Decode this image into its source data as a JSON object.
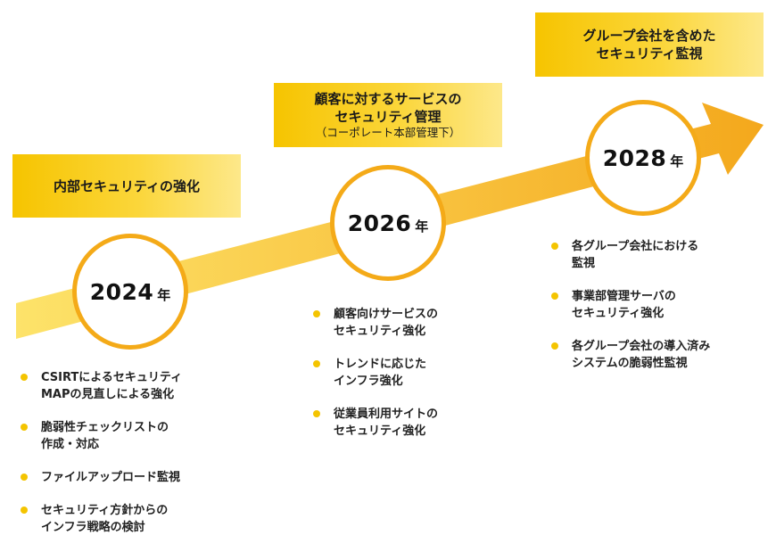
{
  "colors": {
    "arrow_start": "#fde36a",
    "arrow_end": "#f4a81c",
    "banner_yellow": "#f6c400",
    "circle_border": "#f4aa18",
    "bullet": "#f4c400"
  },
  "milestones": [
    {
      "banner": [
        "内部セキュリティの強化"
      ],
      "year": "2024",
      "unit": "年",
      "items": [
        [
          "CSIRTによるセキュリティ",
          "MAPの見直しによる強化"
        ],
        [
          "脆弱性チェックリストの",
          "作成・対応"
        ],
        [
          "ファイルアップロード監視"
        ],
        [
          "セキュリティ方針からの",
          "インフラ戦略の検討"
        ]
      ]
    },
    {
      "banner": [
        "顧客に対するサービスの",
        "セキュリティ管理"
      ],
      "banner_sub": "（コーポレート本部管理下）",
      "year": "2026",
      "unit": "年",
      "items": [
        [
          "顧客向けサービスの",
          "セキュリティ強化"
        ],
        [
          "トレンドに応じた",
          "インフラ強化"
        ],
        [
          "従業員利用サイトの",
          "セキュリティ強化"
        ]
      ]
    },
    {
      "banner": [
        "グループ会社を含めた",
        "セキュリティ監視"
      ],
      "year": "2028",
      "unit": "年",
      "items": [
        [
          "各グループ会社における",
          "監視"
        ],
        [
          "事業部管理サーバの",
          "セキュリティ強化"
        ],
        [
          "各グループ会社の導入済み",
          "システムの脆弱性監視"
        ]
      ]
    }
  ]
}
